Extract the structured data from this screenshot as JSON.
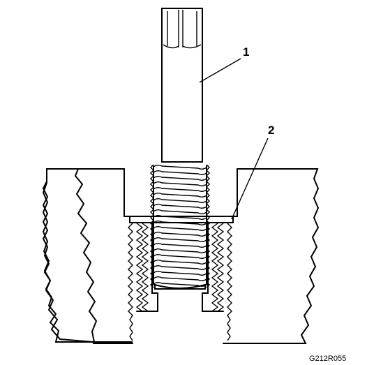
{
  "diagram": {
    "callouts": [
      {
        "id": "1",
        "label": "1"
      },
      {
        "id": "2",
        "label": "2"
      }
    ],
    "figure_id": "G212R055",
    "line_color": "#000000",
    "background": "#ffffff"
  }
}
